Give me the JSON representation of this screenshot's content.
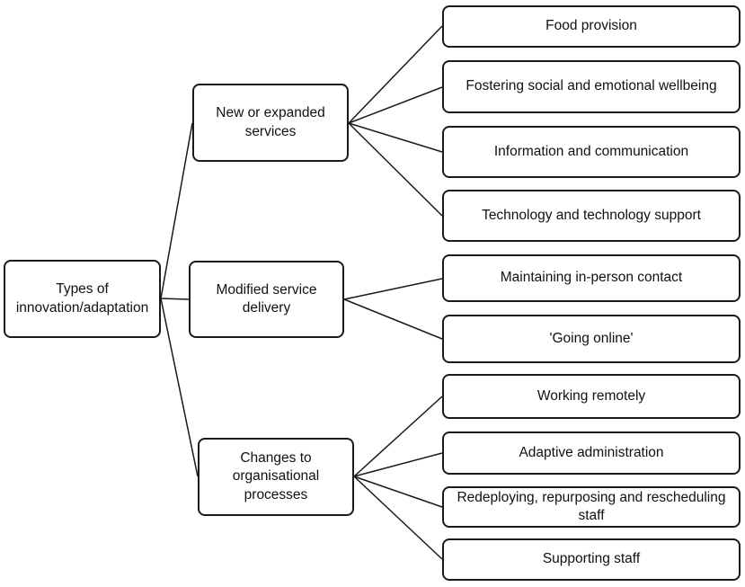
{
  "root": {
    "label": "Types of\ninnovation/adaptation"
  },
  "branches": [
    {
      "label": "New or expanded\nservices",
      "children": [
        "Food provision",
        "Fostering social and emotional wellbeing",
        "Information and communication",
        "Technology and technology support"
      ]
    },
    {
      "label": "Modified service\ndelivery",
      "children": [
        "Maintaining in-person contact",
        "'Going online'"
      ]
    },
    {
      "label": "Changes to\norganisational\nprocesses",
      "children": [
        "Working remotely",
        "Adaptive administration",
        "Redeploying, repurposing and rescheduling\nstaff",
        "Supporting staff"
      ]
    }
  ],
  "colors": {
    "border": "#1a1a1a",
    "line": "#1a1a1a",
    "text": "#111111",
    "background": "#ffffff"
  }
}
